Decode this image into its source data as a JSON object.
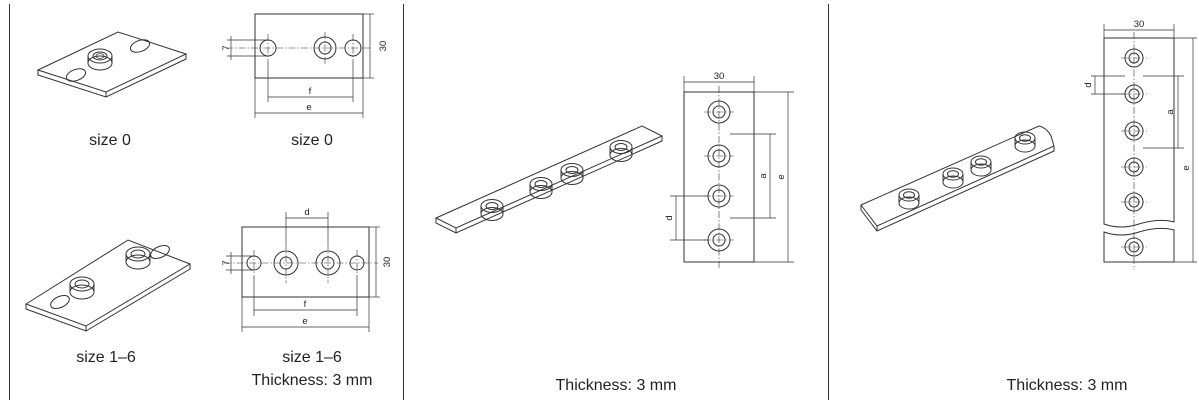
{
  "panels": [
    {
      "id": "panel-1",
      "labels": {
        "size0_photo": "size 0",
        "size0_drawing": "size 0",
        "size16_photo": "size 1–6",
        "size16_drawing": "size 1–6",
        "thickness": "Thickness: 3 mm"
      },
      "size0_dims": {
        "height": "30",
        "hole": "7",
        "f": "f",
        "e": "e"
      },
      "size16_dims": {
        "height": "30",
        "hole": "7",
        "d": "d",
        "f": "f",
        "e": "e"
      }
    },
    {
      "id": "panel-2",
      "labels": {
        "thickness": "Thickness: 3 mm"
      },
      "dims": {
        "width": "30",
        "a": "a",
        "e": "e",
        "d": "d"
      }
    },
    {
      "id": "panel-3",
      "labels": {
        "thickness": "Thickness: 3 mm"
      },
      "dims": {
        "width": "30",
        "a": "a",
        "e": "e",
        "d": "d"
      }
    }
  ]
}
